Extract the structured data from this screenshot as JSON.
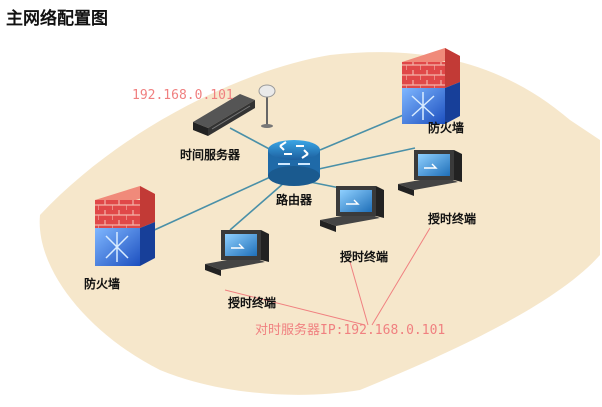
{
  "title": "主网络配置图",
  "colors": {
    "floor": "#f5e6c8",
    "link": "#4a90a8",
    "annotation": "#f08080",
    "firewall_brick": "#e25050",
    "firewall_base": "#2a6fd6",
    "monitor": "#3a3a3a",
    "screen": "#2b7fc4"
  },
  "labels": {
    "server_ip": "192.168.0.101",
    "time_server": "时间服务器",
    "router": "路由器",
    "firewall_left": "防火墙",
    "firewall_right": "防火墙",
    "terminal_bottom": "授时终端",
    "terminal_middle": "授时终端",
    "terminal_right": "授时终端",
    "sync_note": "对时服务器IP:192.168.0.101"
  }
}
